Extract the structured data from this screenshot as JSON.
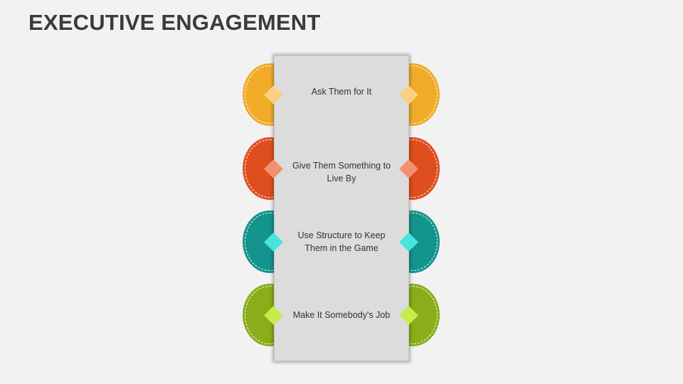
{
  "title": "EXECUTIVE ENGAGEMENT",
  "items": [
    {
      "label": "Ask Them for It",
      "color": "#f0ac28",
      "accent": "#fbd07e"
    },
    {
      "label": "Give Them Something to Live By",
      "color": "#df4e1f",
      "accent": "#f39070"
    },
    {
      "label": "Use Structure to Keep Them in the Game",
      "color": "#13948c",
      "accent": "#48e3df"
    },
    {
      "label": "Make It Somebody's Job",
      "color": "#8aad19",
      "accent": "#c5ec4a"
    }
  ]
}
